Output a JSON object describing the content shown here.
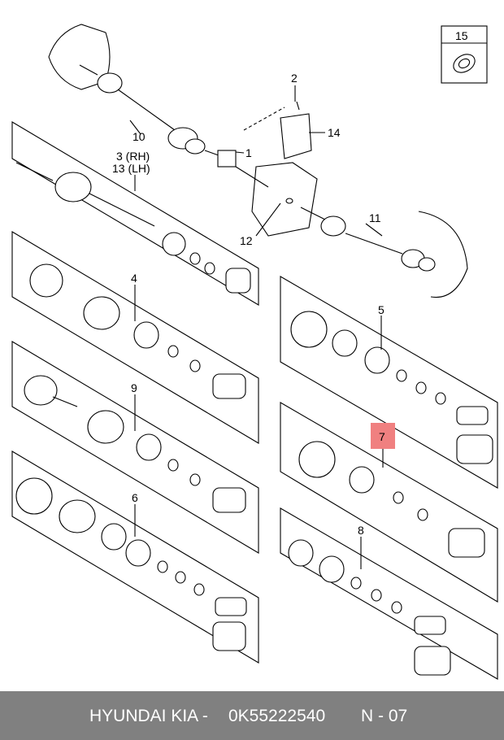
{
  "callouts": {
    "c1": "1",
    "c2": "2",
    "c3": "3 (RH)",
    "c13": "13 (LH)",
    "c4": "4",
    "c5": "5",
    "c6": "6",
    "c7": "7",
    "c8": "8",
    "c9": "9",
    "c10": "10",
    "c11": "11",
    "c12": "12",
    "c14": "14",
    "c15": "15"
  },
  "highlight_color": "#f08080",
  "footer": {
    "brand": "HYUNDAI  KIA -",
    "part_number": "0K55222540",
    "page": "N - 07"
  }
}
